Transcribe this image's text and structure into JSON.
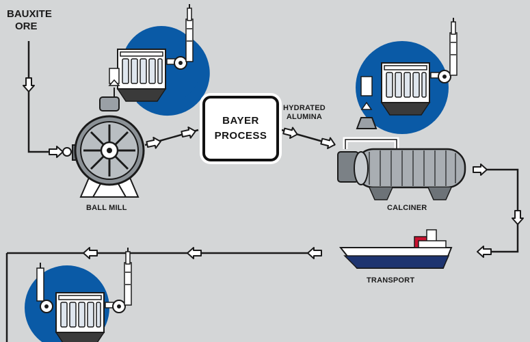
{
  "labels": {
    "bauxite_line1": "BAUXITE",
    "bauxite_line2": "ORE",
    "ball_mill": "BALL MILL",
    "bayer_line1": "BAYER",
    "bayer_line2": "PROCESS",
    "hydrated_line1": "HYDRATED",
    "hydrated_line2": "ALUMINA",
    "calciner": "CALCINER",
    "transport": "TRANSPORT"
  },
  "colors": {
    "background": "#d4d6d7",
    "accent_blue": "#0a5aa6",
    "line": "#1a1a1a",
    "ship_hull": "#1e3470",
    "ship_deck": "#c8102e"
  },
  "icons": [
    "dust-collector-icon",
    "ball-mill-icon",
    "calciner-icon",
    "ship-icon",
    "flow-arrow-icon"
  ]
}
